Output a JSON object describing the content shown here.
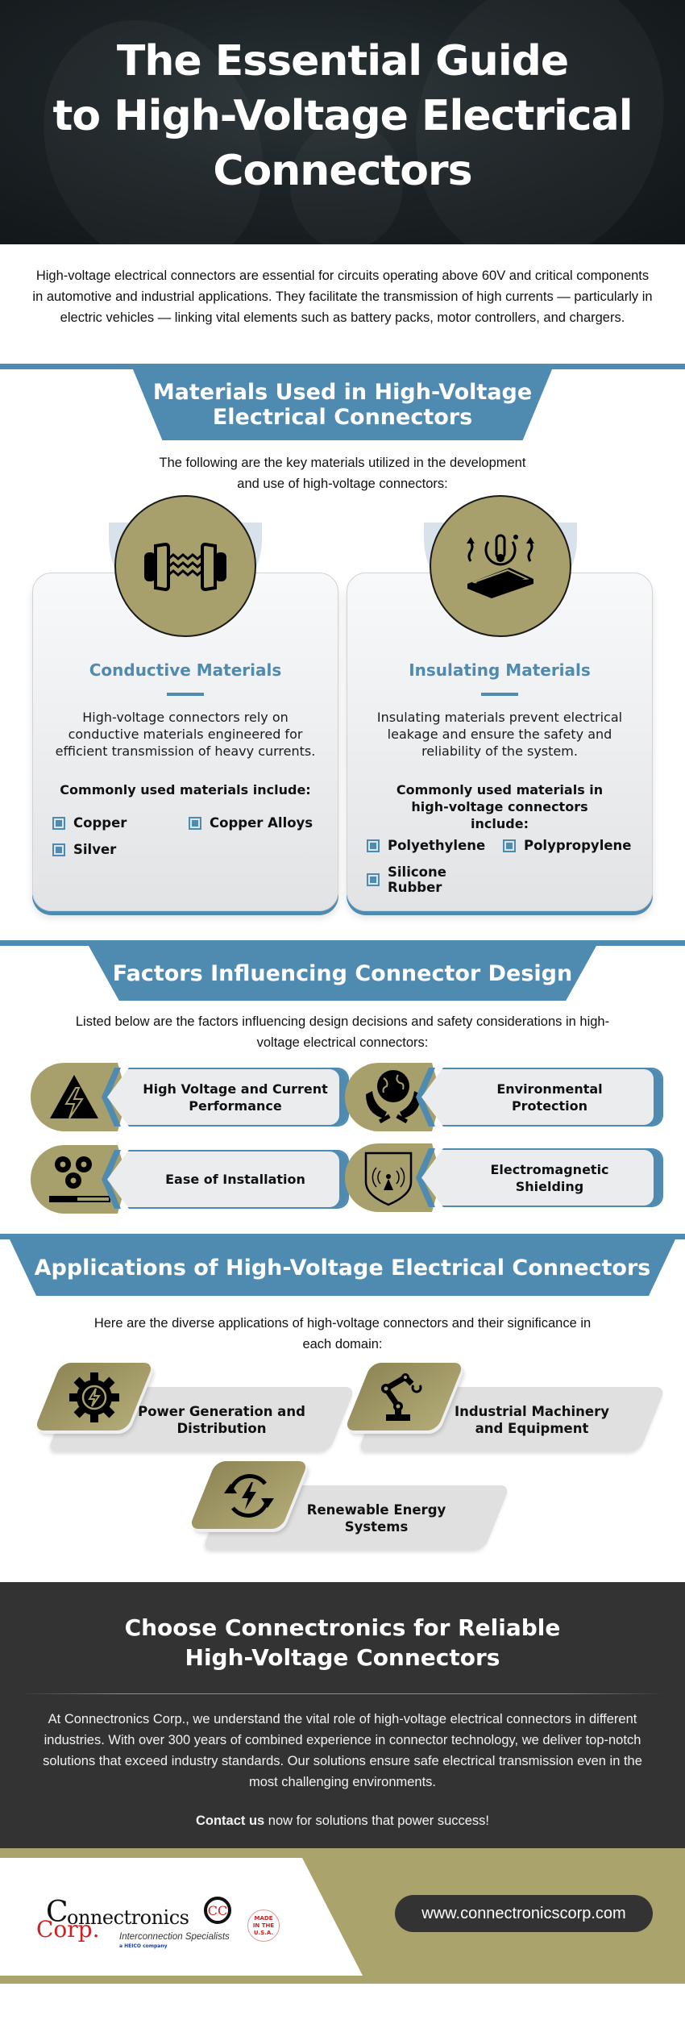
{
  "hero": {
    "title_line1": "The Essential Guide",
    "title_line2": "to High-Voltage Electrical",
    "title_line3": "Connectors"
  },
  "intro": "High-voltage electrical connectors are essential for circuits operating above 60V and critical components in automotive and industrial applications. They facilitate the transmission of high currents — particularly in electric vehicles — linking vital elements such as battery packs, motor controllers, and chargers.",
  "materials": {
    "heading_line1": "Materials Used in High-Voltage",
    "heading_line2": "Electrical Connectors",
    "lead": "The following are the key materials utilized in the development and use of high-voltage connectors:",
    "cards": [
      {
        "icon": "conductor-cable-icon",
        "title": "Conductive Materials",
        "desc": "High-voltage connectors rely on conductive materials engineered for efficient transmission of heavy currents.",
        "sub": "Commonly used materials include:",
        "items": [
          "Copper",
          "Copper Alloys",
          "Silver"
        ]
      },
      {
        "icon": "thermal-insulation-icon",
        "title": "Insulating Materials",
        "desc": "Insulating materials prevent electrical leakage and ensure the safety and reliability of the system.",
        "sub": "Commonly used materials in high-voltage connectors include:",
        "items": [
          "Polyethylene",
          "Polypropylene",
          "Silicone Rubber"
        ]
      }
    ]
  },
  "factors": {
    "heading": "Factors Influencing Connector Design",
    "lead": "Listed below are the factors influencing design decisions and safety considerations in high-voltage electrical connectors:",
    "items": [
      {
        "label": "High Voltage and Current Performance",
        "icon": "high-voltage-warning-icon"
      },
      {
        "label": "Environmental Protection",
        "icon": "globe-in-hands-icon"
      },
      {
        "label": "Ease of Installation",
        "icon": "gears-progress-icon"
      },
      {
        "label": "Electromagnetic Shielding",
        "icon": "shield-antenna-icon"
      }
    ]
  },
  "applications": {
    "heading": "Applications of High-Voltage Electrical Connectors",
    "lead": "Here are the diverse applications of high-voltage connectors and their significance in each domain:",
    "items": [
      {
        "label": "Power Generation and Distribution",
        "icon": "gear-bolt-icon"
      },
      {
        "label": "Industrial Machinery and Equipment",
        "icon": "robot-arm-icon"
      },
      {
        "label": "Renewable Energy Systems",
        "icon": "renewable-cycle-icon"
      }
    ]
  },
  "cta": {
    "heading_line1": "Choose Connectronics for Reliable",
    "heading_line2": "High-Voltage Connectors",
    "body": "At Connectronics Corp., we understand the vital role of high-voltage electrical connectors in different industries. With over 300 years of combined experience in connector technology, we deliver top-notch solutions that exceed industry standards. Our solutions ensure safe electrical transmission even in the most challenging environments.",
    "contact_link": "Contact us",
    "contact_rest": " now for solutions that power success!"
  },
  "footer": {
    "logo": {
      "letter": "C",
      "word": "onnectronics",
      "corp": "Corp.",
      "tagline": "Interconnection Specialists",
      "heico": "a HEICO company",
      "cc_mark": "CC",
      "made_in_usa": "MADE IN THE U.S.A."
    },
    "url": "www.connectronicscorp.com"
  },
  "colors": {
    "blue": "#4f8ab1",
    "gold": "#a8a06c",
    "dark": "#333333",
    "card_bg": "#ebecee"
  }
}
